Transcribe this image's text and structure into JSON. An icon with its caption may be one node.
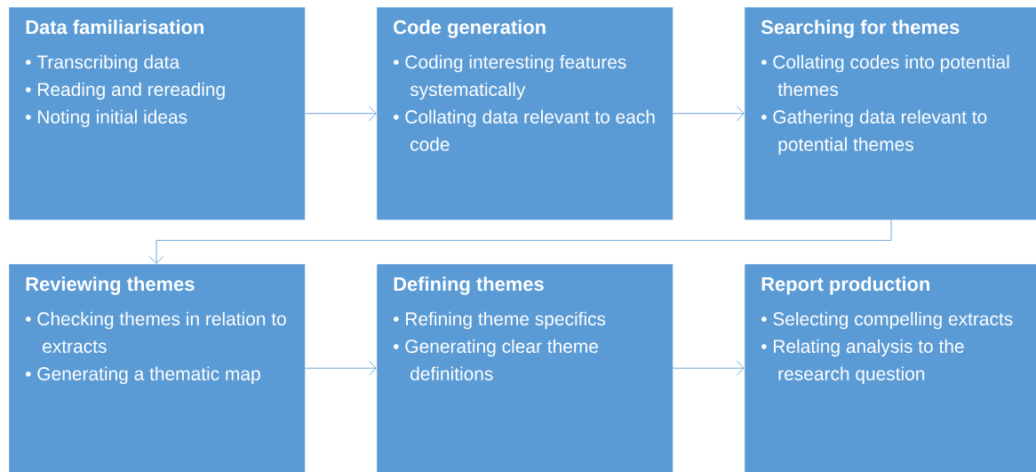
{
  "diagram": {
    "nodes": [
      {
        "text": [
          "Data familiarisation",
          "• Transcribing data",
          "• Reading and rereading",
          "• Noting initial ideas"
        ]
      },
      {
        "text": [
          "Code generation",
          "• Coding interesting features systematically",
          "• Collating data relevant to each code"
        ]
      },
      {
        "text": [
          "Searching for themes",
          "• Collating codes into potential themes",
          "• Gathering data relevant to potential themes"
        ]
      },
      {
        "text": [
          "Reviewing themes",
          "• Checking themes in relation to extracts",
          "• Generating a thematic map"
        ]
      },
      {
        "text": [
          "Defining themes",
          "• Refining theme specifics",
          "• Generating clear theme definitions"
        ]
      },
      {
        "text": [
          "Report production",
          "• Selecting compelling extracts",
          "• Relating analysis to the research question"
        ]
      }
    ],
    "edges": [
      {
        "from": 0,
        "to": 1,
        "arrow": "to"
      },
      {
        "from": 1,
        "to": 2,
        "arrow": "to"
      },
      {
        "from": 2,
        "to": 3,
        "arrow": "to"
      },
      {
        "from": 3,
        "to": 4,
        "arrow": "to"
      },
      {
        "from": 4,
        "to": 5,
        "arrow": "to"
      }
    ]
  }
}
